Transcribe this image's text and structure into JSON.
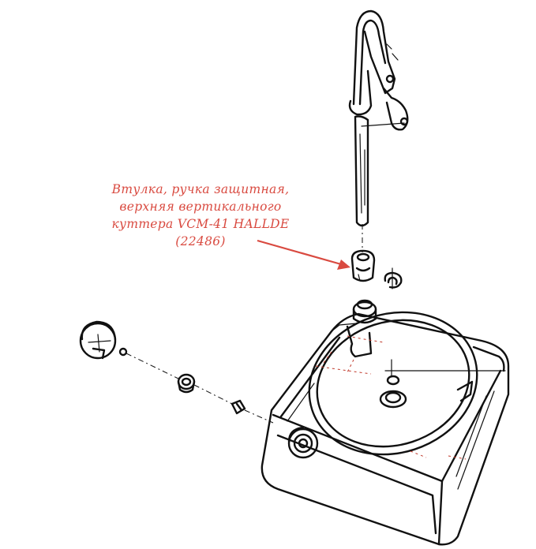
{
  "callout": {
    "lines": [
      "Втулка, ручка защитная,",
      "верхняя вертикального",
      "куттера VCM-41 HALLDE",
      "(22486)"
    ],
    "color": "#d94a40"
  },
  "colors": {
    "line": "#111111",
    "accent": "#d94a40",
    "background": "#ffffff"
  }
}
